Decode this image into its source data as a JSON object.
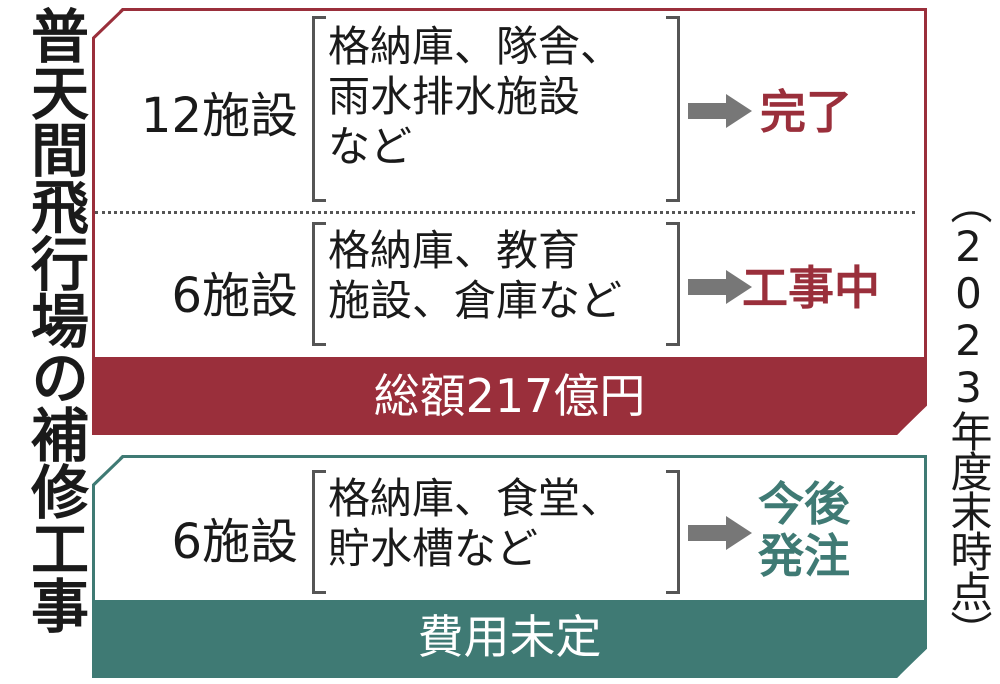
{
  "title": "普天間飛行場の補修工事",
  "note": "（2023年度末時点）",
  "group1": {
    "rows": [
      {
        "count": "12施設",
        "desc_lines": [
          "格納庫、隊舎、",
          "雨水排水施設",
          "など"
        ],
        "status": "完了"
      },
      {
        "count": "6施設",
        "desc_lines": [
          "格納庫、教育",
          "施設、倉庫など"
        ],
        "status": "工事中"
      }
    ],
    "total": "総額217億円",
    "color": "#9a2f3b"
  },
  "group2": {
    "rows": [
      {
        "count": "6施設",
        "desc_lines": [
          "格納庫、食堂、",
          "貯水槽など"
        ],
        "status_lines": [
          "今後",
          "発注"
        ]
      }
    ],
    "total": "費用未定",
    "color": "#3f7a74"
  },
  "arrow_color": "#777777",
  "arrow_icon": "right-arrow-icon"
}
